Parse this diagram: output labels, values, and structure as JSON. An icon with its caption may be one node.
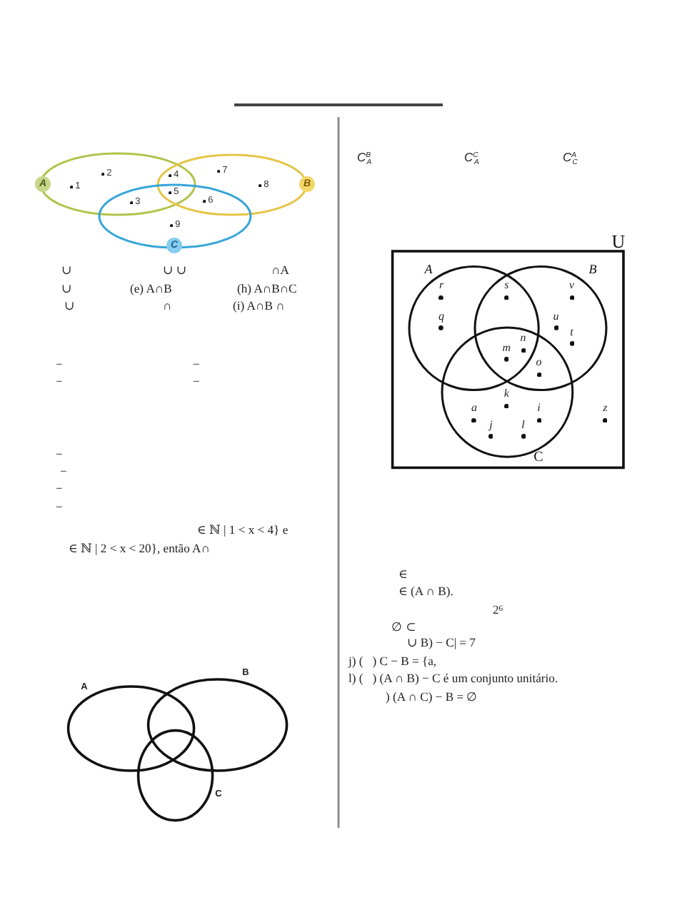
{
  "diagram": {
    "nodes": [
      {
        "text": [
          "A"
        ]
      },
      {
        "text": [
          "B"
        ]
      },
      {
        "text": [
          "C"
        ]
      },
      {
        "text": [
          "A"
        ]
      },
      {
        "text": [
          "B"
        ]
      },
      {
        "text": [
          "C"
        ]
      },
      {
        "text": [
          "U"
        ]
      },
      {
        "text": [
          "A"
        ],
        "in": 6
      },
      {
        "text": [
          "B"
        ],
        "in": 6
      },
      {
        "text": [
          "C"
        ],
        "in": 6
      }
    ],
    "labels": [
      "2",
      "4",
      "7",
      "1",
      "5",
      "8",
      "3",
      "6",
      "9",
      "∪",
      "∪ ∪",
      "∩A",
      "∪",
      "(e) A∩B",
      "(h) A∩B∩C",
      "∪",
      "∩",
      "(i) A∩B ∩",
      "−",
      "−",
      "−",
      "−",
      "−",
      "−",
      "−",
      "−",
      "∈ ℕ | 1 < x < 4} e",
      "∈ ℕ | 2 < x < 20}, então A∩",
      "C$^{B}$$_{A}$",
      "C$^{C}$$_{A}$",
      "C$^{A}$$_{C}$",
      "r",
      "s",
      "v",
      "q",
      "u",
      "t",
      "n",
      "m",
      "o",
      "k",
      "a",
      "i",
      "z",
      "j",
      "l",
      "∈",
      "∈ (A ∩ B).",
      "2$^{6}$",
      "∅ ⊂",
      "∪ B) − C| = 7",
      "j) (   ) C − B = {a,",
      "l) (   ) (A ∩ B) − C é um conjunto unitário.",
      ") (A ∩ C) − B = ∅"
    ]
  }
}
